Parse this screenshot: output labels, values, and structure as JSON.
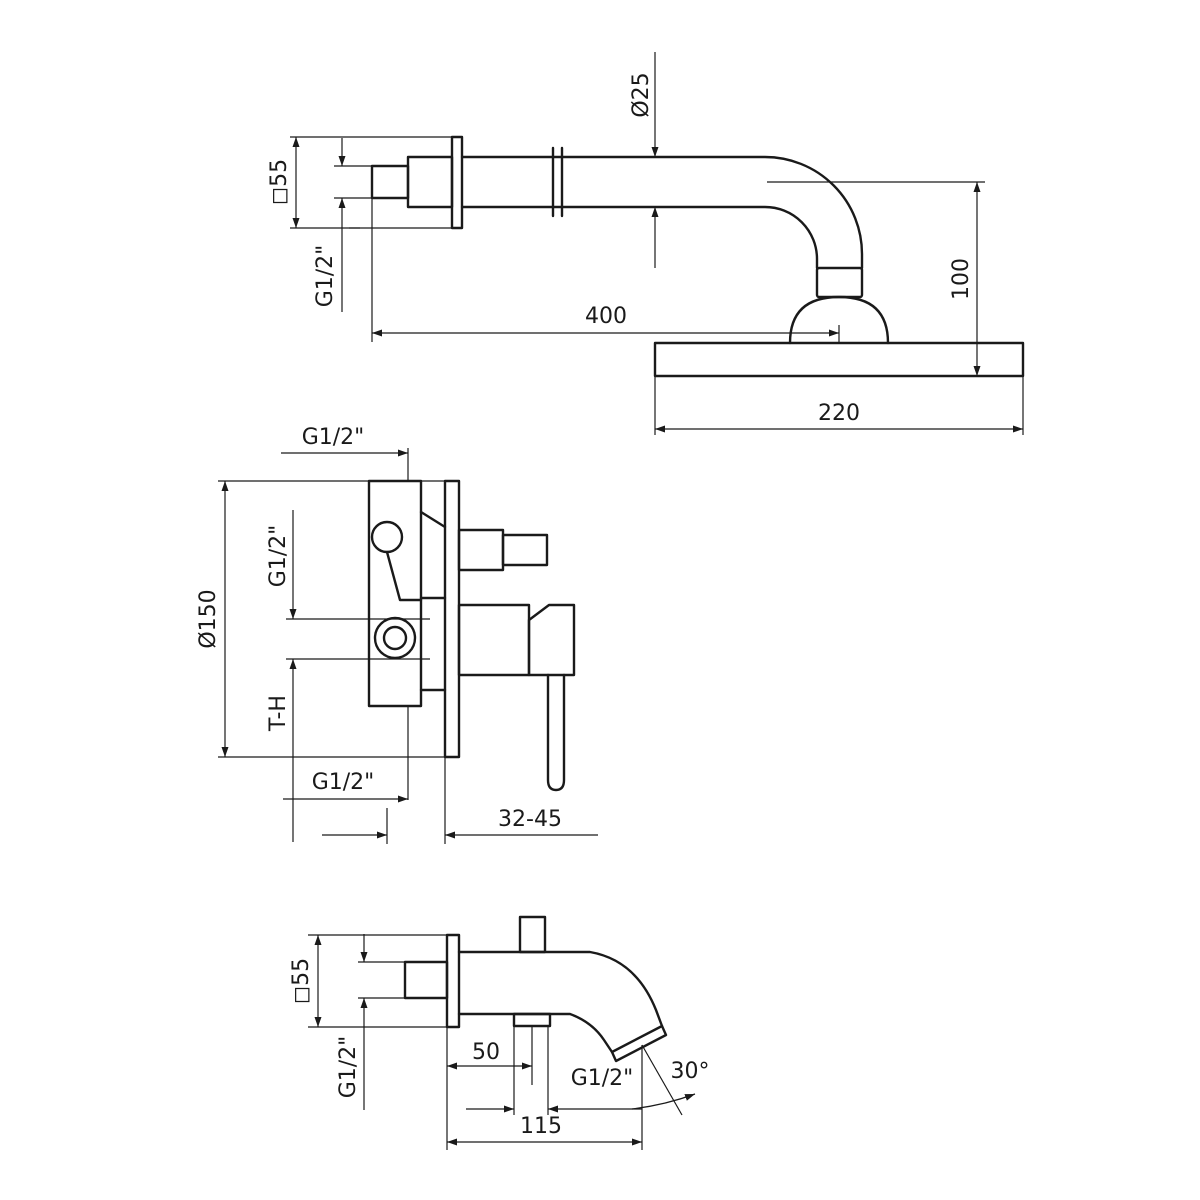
{
  "shower_arm": {
    "dia_arm": "Ø25",
    "flange_square": "◻55",
    "thread": "G1/2\"",
    "arm_length": "400",
    "head_drop": "100",
    "head_width": "220"
  },
  "mixer": {
    "diameter": "Ø150",
    "inlet_thread_top": "G1/2\"",
    "outlet_thread_side": "G1/2\"",
    "spacing": "T-H",
    "bottom_thread": "G1/2\"",
    "depth_range": "32-45"
  },
  "spout": {
    "flange_square": "◻55",
    "thread": "G1/2\"",
    "offset": "50",
    "outlet_thread": "G1/2\"",
    "angle": "30°",
    "length": "115"
  }
}
